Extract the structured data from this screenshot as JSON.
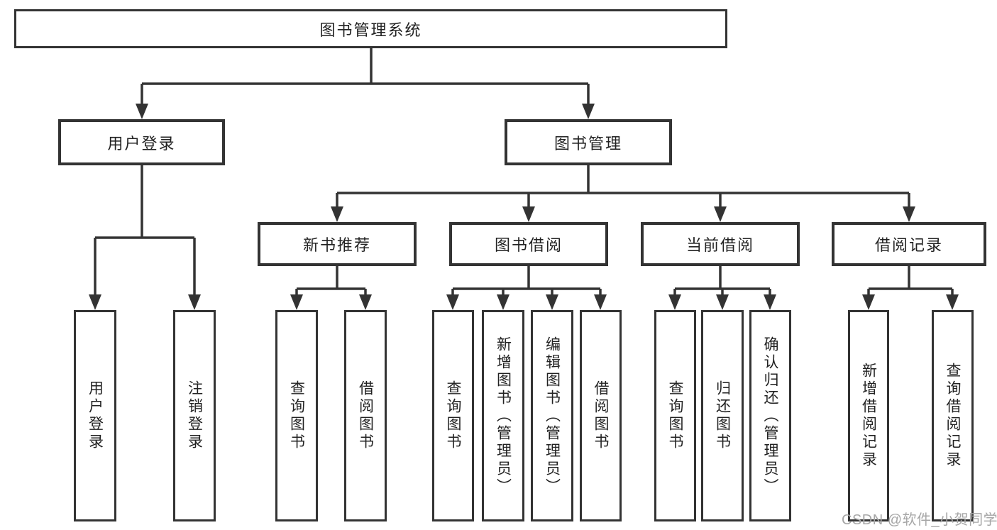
{
  "colors": {
    "line": "#333333",
    "box_border": "#333333",
    "box_background": "#ffffff",
    "text": "#222222",
    "watermark": "#a6a6a6"
  },
  "nodes": {
    "root": "图书管理系统",
    "level2": [
      "用户登录",
      "图书管理"
    ],
    "level3": [
      "新书推荐",
      "图书借阅",
      "当前借阅",
      "借阅记录"
    ],
    "group_user_login": [
      "用户登录",
      "注销登录"
    ],
    "group_new_book": [
      "查询图书",
      "借阅图书"
    ],
    "group_book_borrow": [
      "查询图书",
      "新增图书（管理员）",
      "编辑图书（管理员）",
      "借阅图书"
    ],
    "group_current_borrow": [
      "查询图书",
      "归还图书",
      "确认归还（管理员）"
    ],
    "group_borrow_records": [
      "新增借阅记录",
      "查询借阅记录"
    ]
  },
  "watermark": {
    "text": "CSDN @软件_小贺同学"
  }
}
